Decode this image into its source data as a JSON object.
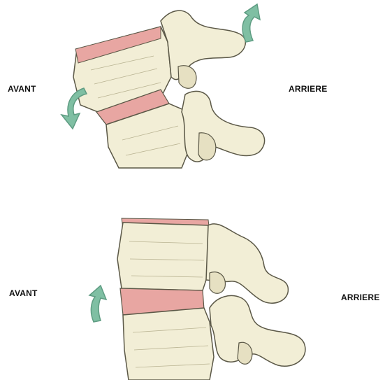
{
  "top_panel": {
    "label_left": "AVANT",
    "label_right": "ARRIERE"
  },
  "bottom_panel": {
    "label_left": "AVANT",
    "label_right": "ARRIERE"
  },
  "colors": {
    "bone": "#f2eed6",
    "bone_shade": "#d8d2ab",
    "bone_outline": "#5b5847",
    "disc": "#e8a6a2",
    "disc_shade": "#d88984",
    "arrow": "#7fbfa3",
    "arrow_dark": "#5e9c82"
  },
  "icons": {
    "rotation_arrow": "curved-arrow-icon"
  }
}
